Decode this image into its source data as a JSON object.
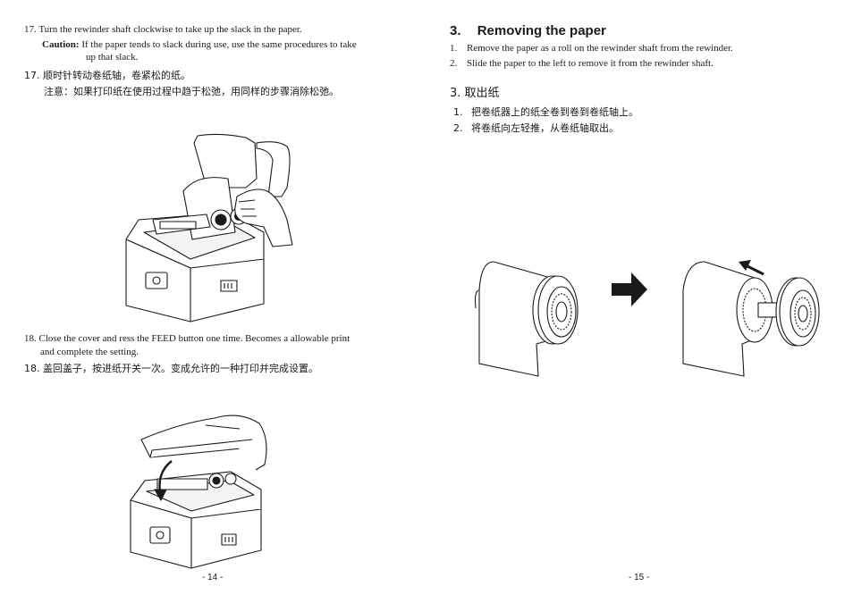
{
  "left_page": {
    "step17": {
      "num": "17.",
      "text": "Turn the rewinder shaft clockwise to take up the slack in the paper.",
      "caution_label": "Caution:",
      "caution_line1": "If the paper tends to slack during use, use the same procedures to take",
      "caution_line2": "up that slack.",
      "zh_num": "17.",
      "zh_text": "顺时针转动卷纸轴，卷紧松的纸。",
      "zh_caution": "注意：如果打印纸在使用过程中趋于松弛，用同样的步骤消除松弛。"
    },
    "step18": {
      "num": "18.",
      "line1": "Close the cover and   ress the FEED button one time. Becomes a allowable print",
      "line2": "and complete the setting.",
      "zh_num": "18.",
      "zh_text": "盖回盖子，按进纸开关一次。变成允许的一种打印并完成设置。"
    },
    "page_number": "- 14 -"
  },
  "right_page": {
    "section": {
      "number": "3.",
      "title": "Removing the paper",
      "items": [
        {
          "num": "1.",
          "text": "Remove the paper as a roll on the rewinder shaft from the rewinder."
        },
        {
          "num": "2.",
          "text": "Slide the paper to the left to remove it from the rewinder shaft."
        }
      ],
      "zh_title": "3. 取出纸",
      "zh_items": [
        {
          "num": "1.",
          "text": "把卷纸器上的纸全卷到卷到卷纸轴上。"
        },
        {
          "num": "2.",
          "text": "将卷纸向左轻推，从卷纸轴取出。"
        }
      ]
    },
    "page_number": "- 15 -"
  }
}
